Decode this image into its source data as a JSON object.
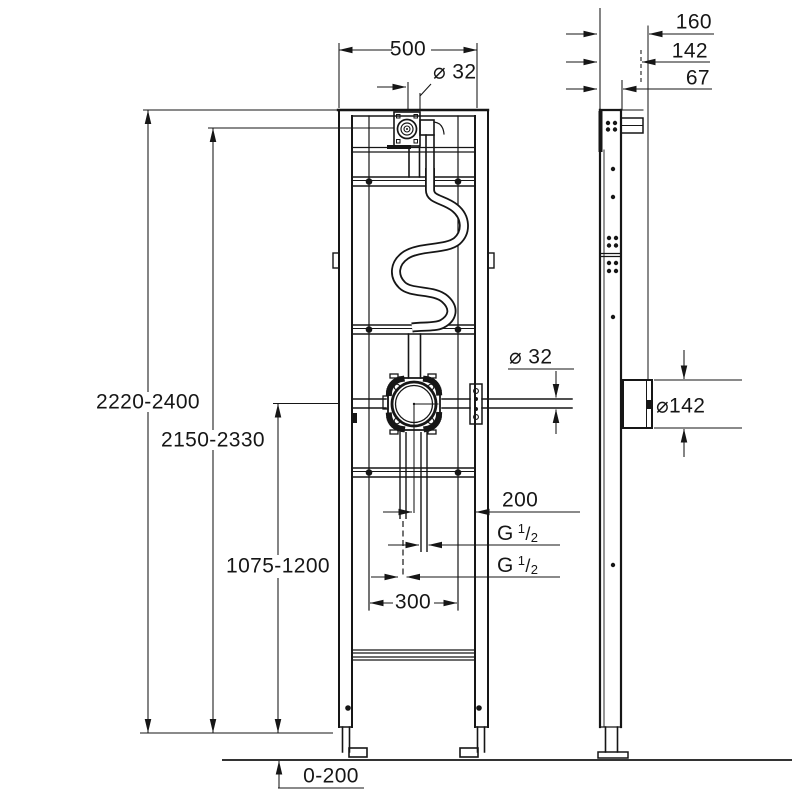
{
  "colors": {
    "line": "#161616",
    "background": "#ffffff"
  },
  "views": {
    "front": {
      "frame_width": "500",
      "frame_height_range": "2220-2400",
      "outlet_height_range": "2150-2330",
      "mixer_height_range": "1075-1200",
      "top_outlet_diameter": "⌀ 32",
      "mixer_pipe_diameter": "⌀ 32",
      "outlet_offset": "200",
      "connection_spacing": "300",
      "foot_adjustment_range": "0-200",
      "thread_upper": {
        "letter": "G",
        "numerator": "1",
        "slash": "/",
        "denominator": "2"
      },
      "thread_lower": {
        "letter": "G",
        "numerator": "1",
        "slash": "/",
        "denominator": "2"
      }
    },
    "side": {
      "depth_overall": "160",
      "depth_fixing_plane": "142",
      "depth_rail": "67",
      "box_diameter": "⌀142"
    }
  }
}
